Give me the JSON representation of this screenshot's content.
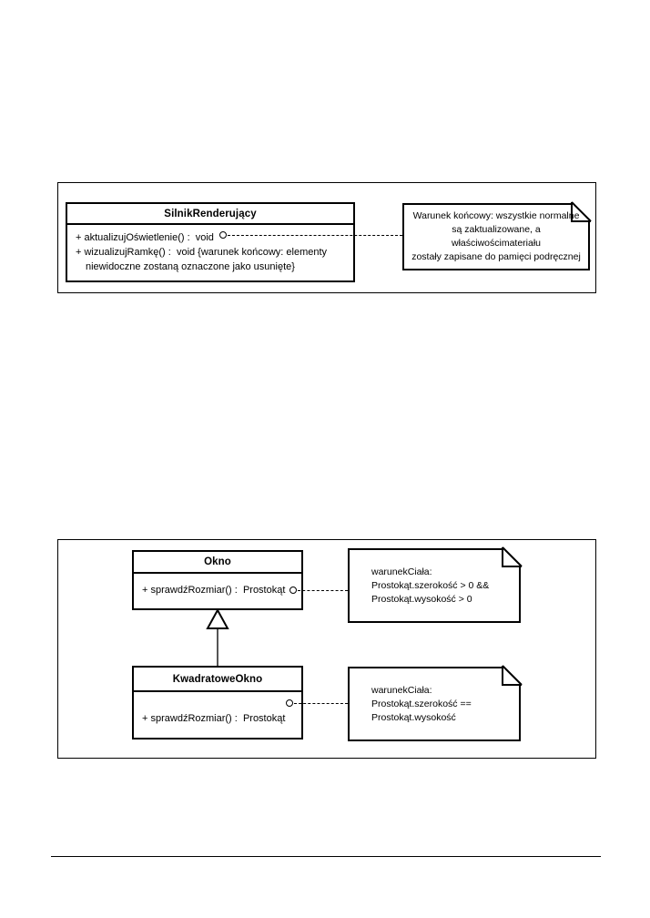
{
  "figure1": {
    "class": {
      "name": "SilnikRenderujący",
      "operations": [
        {
          "text": "+ aktualizujOświetlenie() :  void",
          "continuation": false
        },
        {
          "text": "+ wizualizujRamkę() :  void {warunek końcowy: elementy",
          "continuation": false
        },
        {
          "text": "niewidoczne zostaną oznaczone jako usunięte}",
          "continuation": true
        }
      ]
    },
    "note": {
      "lines": [
        "Warunek końcowy: wszystkie normalne",
        "są zaktualizowane, a właściwościmateriału",
        "zostały zapisane do pamięci podręcznej"
      ]
    }
  },
  "figure2": {
    "superclass": {
      "name": "Okno",
      "operations": [
        {
          "text": "+ sprawdźRozmiar() :  Prostokąt",
          "continuation": false
        }
      ]
    },
    "subclass": {
      "name": "KwadratoweOkno",
      "operations": [
        {
          "text": "+ sprawdźRozmiar() :  Prostokąt",
          "continuation": false
        }
      ]
    },
    "note_super": {
      "lines": [
        "warunekCiała:",
        "Prostokąt.szerokość > 0 &&",
        "Prostokąt.wysokość > 0"
      ]
    },
    "note_sub": {
      "lines": [
        "warunekCiała:",
        "Prostokąt.szerokość ==",
        "Prostokąt.wysokość"
      ]
    },
    "relation": "generalization"
  },
  "colors": {
    "ink": "#000000",
    "paper": "#ffffff",
    "connector": "#555555"
  }
}
